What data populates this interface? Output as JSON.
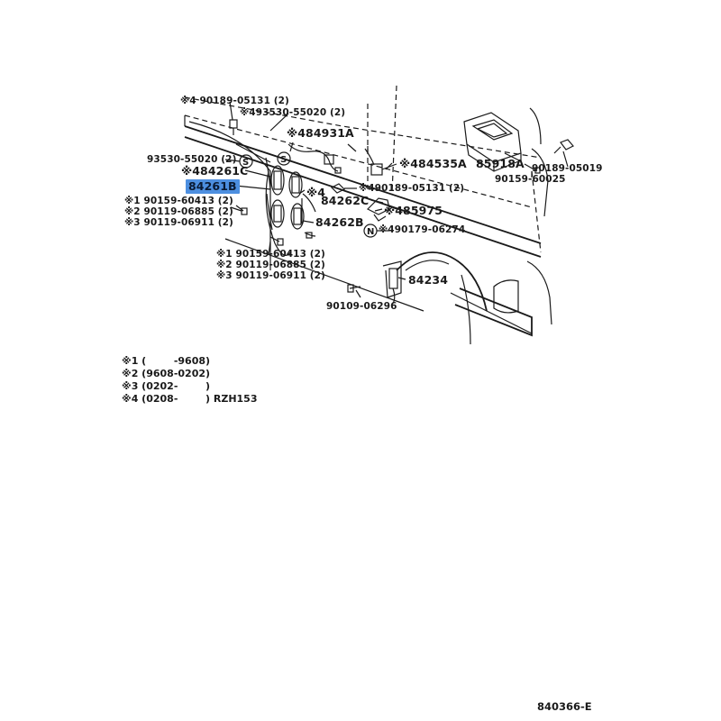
{
  "diagram": {
    "figure_code": "840366-E",
    "symbols": {
      "s": "S",
      "n": "N"
    },
    "parts": [
      {
        "id": "p1",
        "text": "※4 90189-05131 (2)"
      },
      {
        "id": "p2",
        "text": "※493530-55020 (2)"
      },
      {
        "id": "p3",
        "text": "※484931A"
      },
      {
        "id": "p4",
        "text": "85918A"
      },
      {
        "id": "p5",
        "text": "※484535A"
      },
      {
        "id": "p6",
        "text": "90189-05019"
      },
      {
        "id": "p7",
        "text": "90159-60025"
      },
      {
        "id": "p8",
        "text": "93530-55020 (2)"
      },
      {
        "id": "p9",
        "text": "※484261C"
      },
      {
        "id": "p10",
        "text": "84261B"
      },
      {
        "id": "p11",
        "text": "※4"
      },
      {
        "id": "p12",
        "text": "※490189-05131 (2)"
      },
      {
        "id": "p13",
        "text": "84262C"
      },
      {
        "id": "p14",
        "text": "※1 90159-60413 (2)"
      },
      {
        "id": "p15",
        "text": "※2 90119-06885 (2)"
      },
      {
        "id": "p16",
        "text": "※3 90119-06911 (2)"
      },
      {
        "id": "p17",
        "text": "※485975"
      },
      {
        "id": "p18",
        "text": "84262B"
      },
      {
        "id": "p19",
        "text": "※490179-06274"
      },
      {
        "id": "p20",
        "text": "※1 90159-60413 (2)"
      },
      {
        "id": "p21",
        "text": "※2 90119-06885 (2)"
      },
      {
        "id": "p22",
        "text": "※3 90119-06911 (2)"
      },
      {
        "id": "p23",
        "text": "84234"
      },
      {
        "id": "p24",
        "text": "90109-06296"
      }
    ],
    "legend": [
      "※1 (        -9608)",
      "※2 (9608-0202)",
      "※3 (0202-        )",
      "※4 (0208-        ) RZH153"
    ],
    "highlight_color": "#4d8fe0"
  }
}
